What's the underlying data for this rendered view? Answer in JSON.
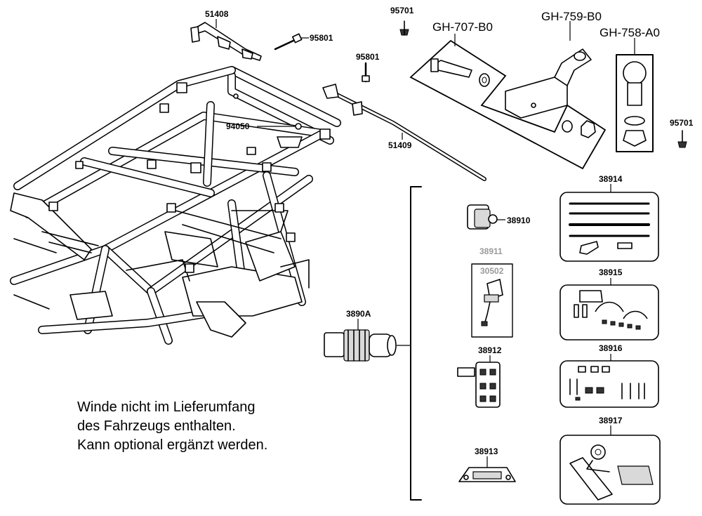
{
  "labels": {
    "p51408": "51408",
    "p95801_top": "95801",
    "p95701_top": "95701",
    "gh707": "GH-707-B0",
    "gh759": "GH-759-B0",
    "gh758": "GH-758-A0",
    "p95801_mid": "95801",
    "p94050": "94050",
    "p51409": "51409",
    "p95701_right": "95701",
    "p38914": "38914",
    "p38910": "38910",
    "p38911": "38911",
    "p30502": "30502",
    "p38915": "38915",
    "p3890A": "3890A",
    "p38916": "38916",
    "p38912": "38912",
    "p38917": "38917",
    "p38913": "38913"
  },
  "note": {
    "line1": "Winde nicht im Lieferumfang",
    "line2": "des Fahrzeugs enthalten.",
    "line3": "Kann optional ergänzt werden."
  }
}
